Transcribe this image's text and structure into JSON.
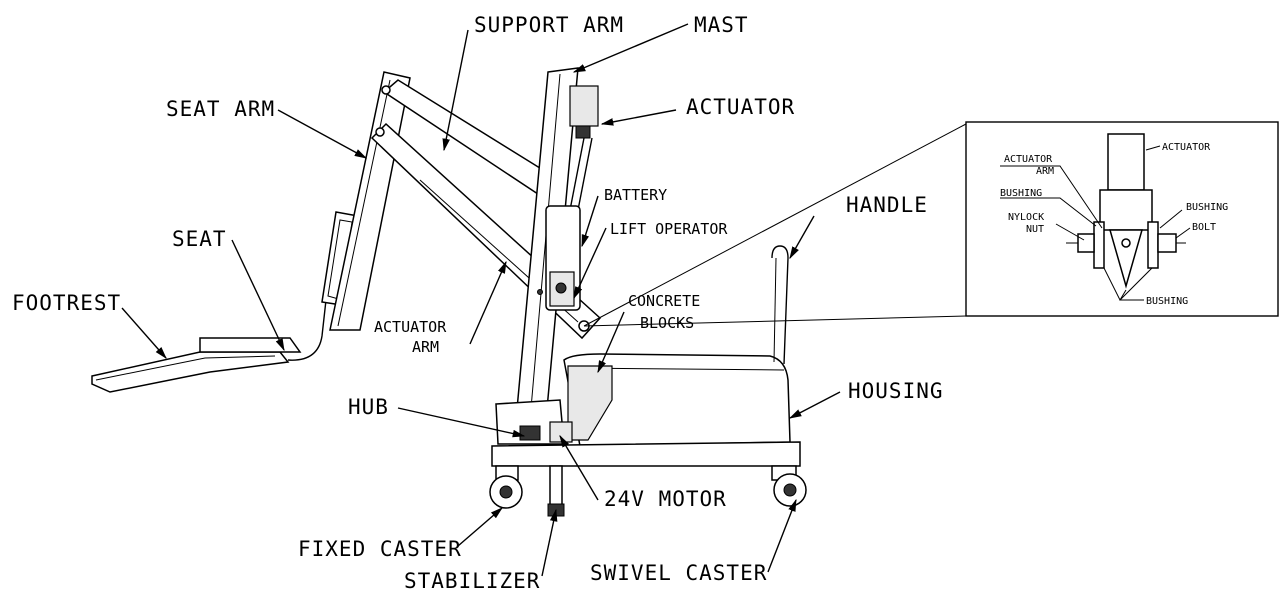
{
  "labels": {
    "support_arm": "SUPPORT ARM",
    "mast": "MAST",
    "seat_arm": "SEAT ARM",
    "actuator": "ACTUATOR",
    "battery": "BATTERY",
    "lift_operator": "LIFT OPERATOR",
    "handle": "HANDLE",
    "seat": "SEAT",
    "footrest": "FOOTREST",
    "concrete_blocks_1": "CONCRETE",
    "concrete_blocks_2": "BLOCKS",
    "actuator_arm_1": "ACTUATOR",
    "actuator_arm_2": "ARM",
    "hub": "HUB",
    "housing": "HOUSING",
    "motor": "24V MOTOR",
    "fixed_caster": "FIXED CASTER",
    "stabilizer": "STABILIZER",
    "swivel_caster": "SWIVEL CASTER"
  },
  "detail": {
    "actuator": "ACTUATOR",
    "actuator_arm_1": "ACTUATOR",
    "actuator_arm_2": "ARM",
    "bushing_left": "BUSHING",
    "bushing_right": "BUSHING",
    "nylock_1": "NYLOCK",
    "nylock_2": "NUT",
    "bolt": "BOLT",
    "bushing_bottom": "BUSHING"
  }
}
